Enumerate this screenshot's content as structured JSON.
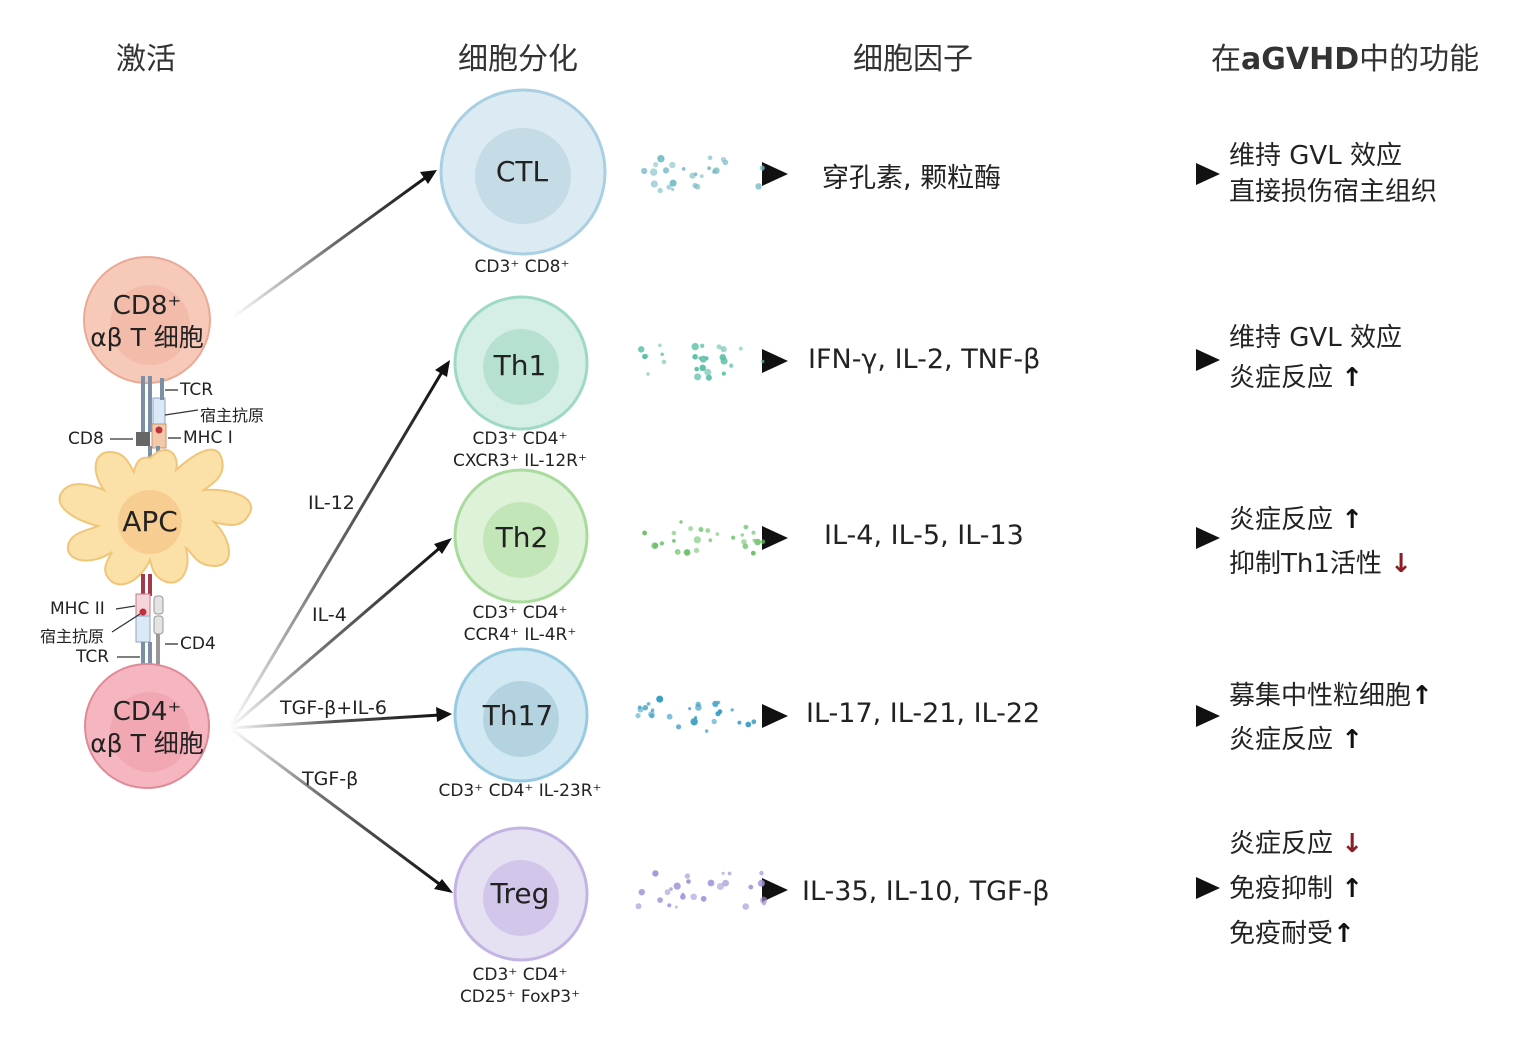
{
  "headers": {
    "activation": "激活",
    "differentiation": "细胞分化",
    "cytokines": "细胞因子",
    "function_prefix": "在",
    "function_bold": "aGVHD",
    "function_suffix": "中的功能"
  },
  "cells": {
    "cd8": {
      "line1": "CD8⁺",
      "line2": "αβ T 细胞"
    },
    "apc": {
      "label": "APC"
    },
    "cd4": {
      "line1": "CD4⁺",
      "line2": "αβ T 细胞"
    }
  },
  "molecules": {
    "tcr_top": "TCR",
    "host_antigen_top": "宿主抗原",
    "cd8": "CD8",
    "mhc1": "MHC I",
    "mhc2": "MHC II",
    "host_antigen_bottom": "宿主抗原",
    "cd4": "CD4",
    "tcr_bottom": "TCR"
  },
  "arrow_labels": {
    "il12": "IL-12",
    "il4": "IL-4",
    "tgfb_il6": "TGF-β+IL-6",
    "tgfb": "TGF-β"
  },
  "subsets": [
    {
      "name": "CTL",
      "markers": [
        "CD3⁺ CD8⁺"
      ],
      "cytokines": "穿孔素, 颗粒酶",
      "functions": [
        {
          "text": "维持 GVL 效应",
          "arrow": ""
        },
        {
          "text": "直接损伤宿主组织",
          "arrow": ""
        }
      ],
      "color": "#dcebf3",
      "ring": "#a9cfe2",
      "inner": "#c5dbe6",
      "dots": "#7fbfc7"
    },
    {
      "name": "Th1",
      "markers": [
        "CD3⁺ CD4⁺",
        "CXCR3⁺ IL-12R⁺"
      ],
      "cytokines": "IFN-γ, IL-2, TNF-β",
      "functions": [
        {
          "text": "维持 GVL 效应",
          "arrow": ""
        },
        {
          "text": "炎症反应",
          "arrow": "↑"
        }
      ],
      "color": "#d5efe6",
      "ring": "#9ed9c4",
      "inner": "#b6e1d1",
      "dots": "#5dbfa8"
    },
    {
      "name": "Th2",
      "markers": [
        "CD3⁺ CD4⁺",
        "CCR4⁺ IL-4R⁺"
      ],
      "cytokines": "IL-4, IL-5, IL-13",
      "functions": [
        {
          "text": "炎症反应",
          "arrow": "↑"
        },
        {
          "text": "抑制Th1活性",
          "arrow": "↓"
        }
      ],
      "color": "#def1d9",
      "ring": "#a9dc9c",
      "inner": "#c3e6b8",
      "dots": "#6cc26a"
    },
    {
      "name": "Th17",
      "markers": [
        "CD3⁺ CD4⁺ IL-23R⁺"
      ],
      "cytokines": "IL-17, IL-21, IL-22",
      "functions": [
        {
          "text": "募集中性粒细胞",
          "arrow": "↑"
        },
        {
          "text": "炎症反应",
          "arrow": "↑"
        }
      ],
      "color": "#d2e8f2",
      "ring": "#98cbe1",
      "inner": "#b4d3e0",
      "dots": "#3d9ec6"
    },
    {
      "name": "Treg",
      "markers": [
        "CD3⁺ CD4⁺",
        "CD25⁺ FoxP3⁺"
      ],
      "cytokines": "IL-35, IL-10, TGF-β",
      "functions": [
        {
          "text": "炎症反应",
          "arrow": "↓"
        },
        {
          "text": "免疫抑制",
          "arrow": "↑"
        },
        {
          "text": "免疫耐受",
          "arrow": "↑"
        }
      ],
      "color": "#e6e0f3",
      "ring": "#c3b4e3",
      "inner": "#d2c7ea",
      "dots": "#a394d6"
    }
  ],
  "colors": {
    "cd8_cell": "#f6c9b8",
    "cd4_cell": "#f5b6bf",
    "apc": "#fbe0a8",
    "down_arrow": "#8b1d24",
    "arrow": "#111111"
  }
}
